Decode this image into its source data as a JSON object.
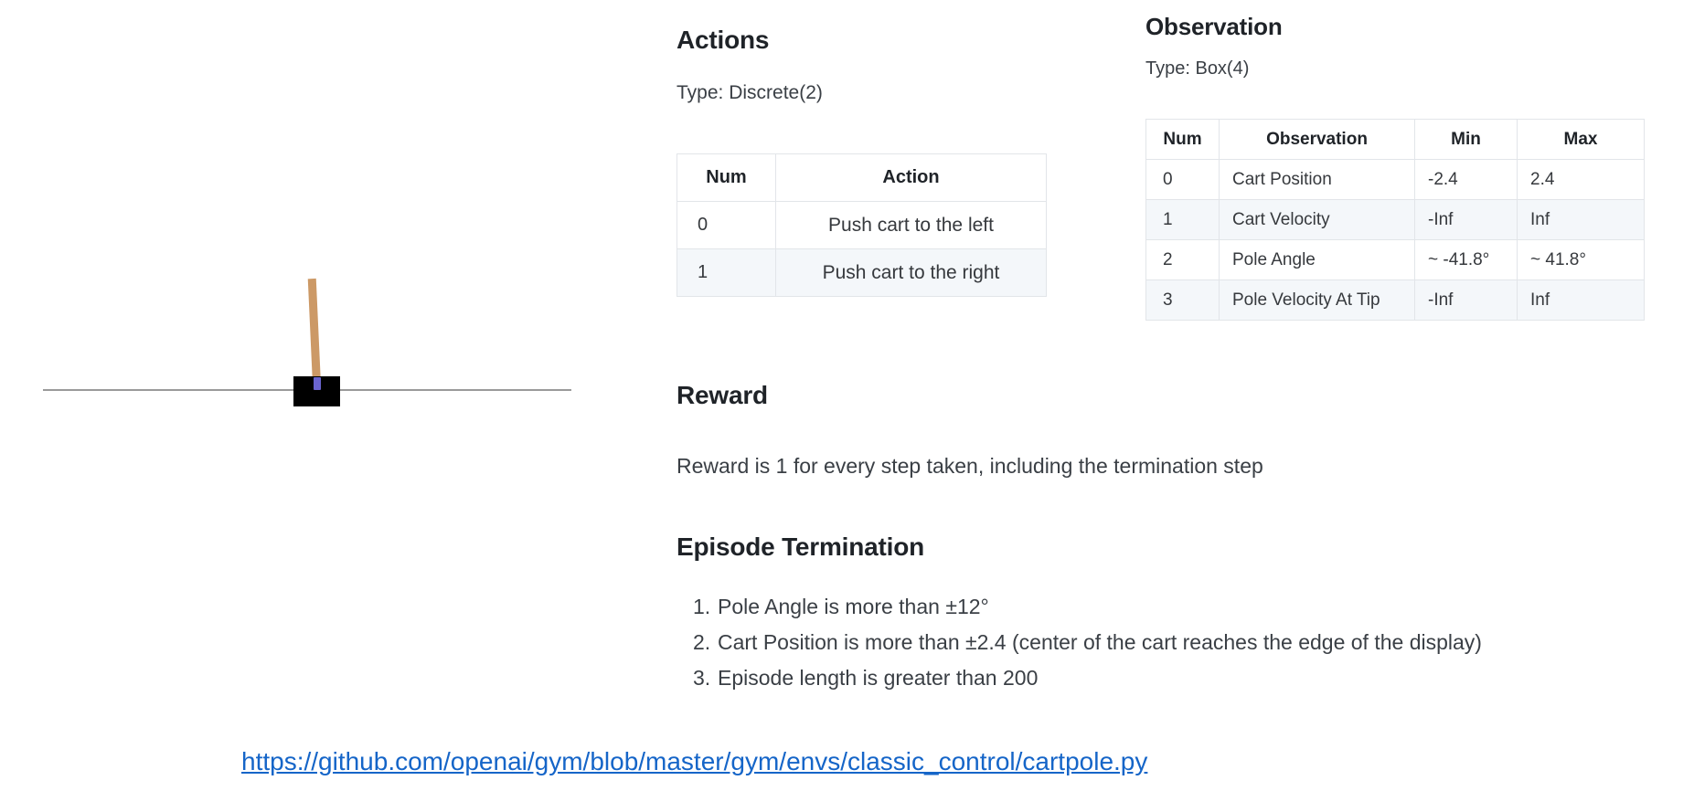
{
  "figure": {
    "name": "cartpole-environment-illustration",
    "cart_color": "#000000",
    "pole_color": "#cc9966",
    "axle_color": "#6a64cf",
    "track_color": "#9a9a9a"
  },
  "actions": {
    "heading": "Actions",
    "type_label": "Type: Discrete(2)",
    "table": {
      "headers": [
        "Num",
        "Action"
      ],
      "rows": [
        [
          "0",
          "Push cart to the left"
        ],
        [
          "1",
          "Push cart to the right"
        ]
      ]
    }
  },
  "observation": {
    "heading": "Observation",
    "type_label": "Type: Box(4)",
    "table": {
      "headers": [
        "Num",
        "Observation",
        "Min",
        "Max"
      ],
      "rows": [
        [
          "0",
          "Cart Position",
          "-2.4",
          "2.4"
        ],
        [
          "1",
          "Cart Velocity",
          "-Inf",
          "Inf"
        ],
        [
          "2",
          "Pole Angle",
          "~ -41.8°",
          "~ 41.8°"
        ],
        [
          "3",
          "Pole Velocity At Tip",
          "-Inf",
          "Inf"
        ]
      ]
    }
  },
  "reward": {
    "heading": "Reward",
    "text": "Reward is 1 for every step taken, including the termination step"
  },
  "termination": {
    "heading": "Episode Termination",
    "items": [
      {
        "marker": "1.",
        "text": "Pole Angle is more than ±12°"
      },
      {
        "marker": "2.",
        "text": "Cart Position is more than ±2.4 (center of the cart reaches the edge of the display)"
      },
      {
        "marker": "3.",
        "text": "Episode length is greater than 200"
      }
    ]
  },
  "footer": {
    "link_text": "https://github.com/openai/gym/blob/master/gym/envs/classic_control/cartpole.py",
    "link_color": "#1565c8"
  }
}
